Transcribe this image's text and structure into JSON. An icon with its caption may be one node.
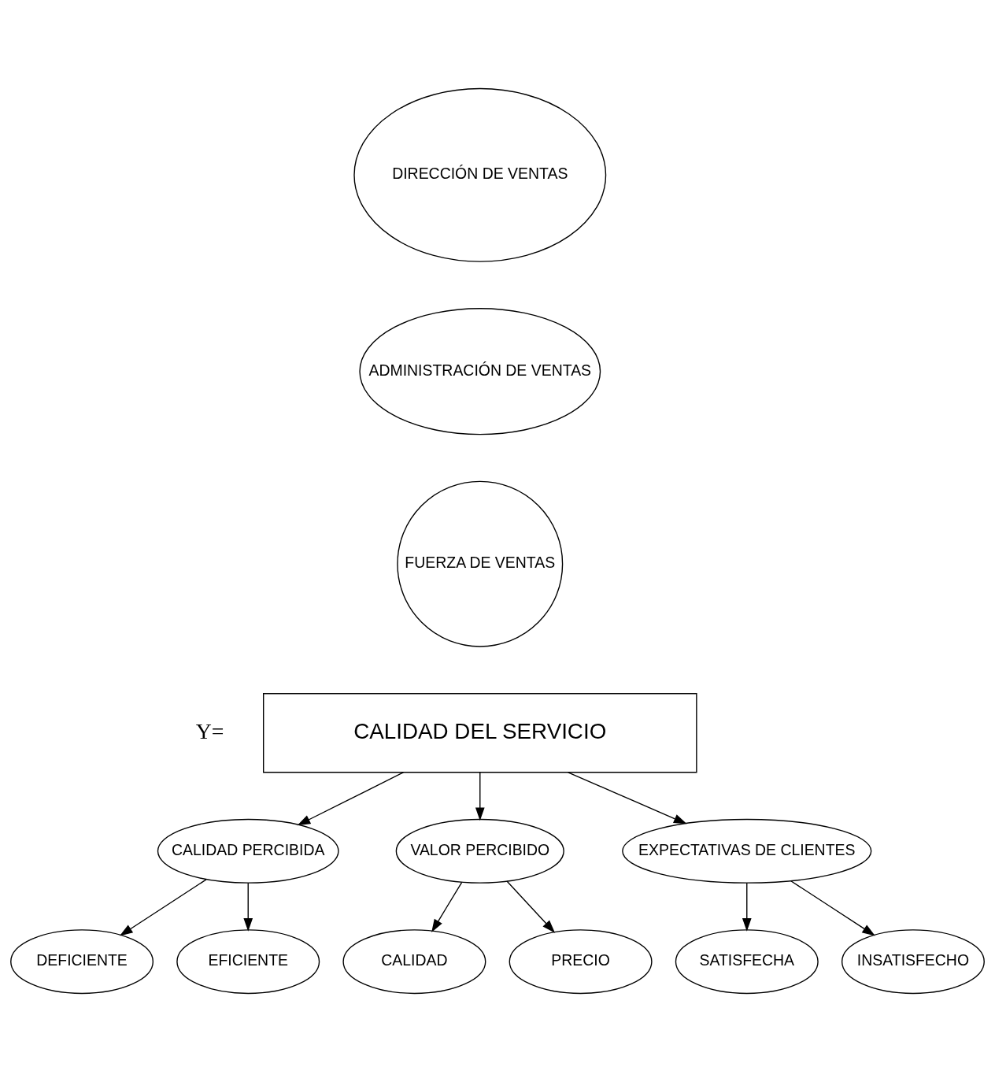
{
  "diagram": {
    "nodes": [
      {
        "text": [
          "DIRECCIÓN DE VENTAS"
        ]
      },
      {
        "text": [
          "ADMINISTRACIÓN DE VENTAS"
        ]
      },
      {
        "text": [
          "FUERZA DE VENTAS"
        ]
      },
      {
        "text": [
          "CALIDAD DEL SERVICIO"
        ]
      },
      {
        "text": [
          "CALIDAD PERCIBIDA"
        ]
      },
      {
        "text": [
          "VALOR PERCIBIDO"
        ]
      },
      {
        "text": [
          "EXPECTATIVAS DE CLIENTES"
        ]
      },
      {
        "text": [
          "DEFICIENTE"
        ]
      },
      {
        "text": [
          "EFICIENTE"
        ]
      },
      {
        "text": [
          "CALIDAD"
        ]
      },
      {
        "text": [
          "PRECIO"
        ]
      },
      {
        "text": [
          "SATISFECHA"
        ]
      },
      {
        "text": [
          "INSATISFECHO"
        ]
      }
    ],
    "edges": [
      {
        "from": 3,
        "to": 4,
        "arrow": "to"
      },
      {
        "from": 3,
        "to": 5,
        "arrow": "to"
      },
      {
        "from": 3,
        "to": 6,
        "arrow": "to"
      },
      {
        "from": 4,
        "to": 7,
        "arrow": "to"
      },
      {
        "from": 4,
        "to": 8,
        "arrow": "to"
      },
      {
        "from": 5,
        "to": 9,
        "arrow": "to"
      },
      {
        "from": 5,
        "to": 10,
        "arrow": "to"
      },
      {
        "from": 6,
        "to": 11,
        "arrow": "to"
      },
      {
        "from": 6,
        "to": 12,
        "arrow": "to"
      }
    ],
    "labels": [
      "Y="
    ]
  }
}
